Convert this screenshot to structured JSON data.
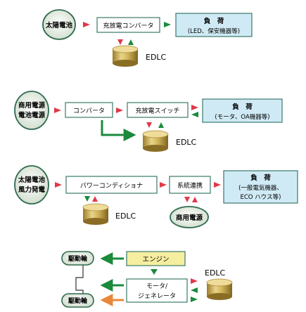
{
  "colors": {
    "green": "#1a8a3c",
    "red": "#e0394a",
    "orange": "#e8873a",
    "box_blue": "#cfeaf5",
    "box_yellow": "#f5eea0",
    "box_border": "#3a7a6a",
    "cyl_gold": "#c8a84a",
    "pill_fill": "#e9efe6",
    "pill_border": "#2f6a4f"
  },
  "row1": {
    "source": "太陽電池",
    "converter": "充放電コンバータ",
    "load_title": "負　荷",
    "load_detail": "(LED、保安機器等)",
    "storage": "EDLC"
  },
  "row2": {
    "source_line1": "商用電源",
    "source_line2": "電池電源",
    "converter": "コンバータ",
    "switch": "充放電スイッチ",
    "load_title": "負　荷",
    "load_detail": "(モータ、OA機器等)",
    "storage": "EDLC"
  },
  "row3": {
    "source_line1": "太陽電池",
    "source_line2": "風力発電",
    "conditioner": "パワーコンディショナ",
    "grid_tie": "系統連携",
    "load_title": "負　荷",
    "load_detail1": "(一般電気機器、",
    "load_detail2": "ECO ハウス等)",
    "storage": "EDLC",
    "grid": "商用電源"
  },
  "row4": {
    "wheel_top": "駆動輪",
    "wheel_bottom": "駆動輪",
    "engine": "エンジン",
    "motor_line1": "モータ/",
    "motor_line2": "ジェネレータ",
    "storage": "EDLC"
  }
}
